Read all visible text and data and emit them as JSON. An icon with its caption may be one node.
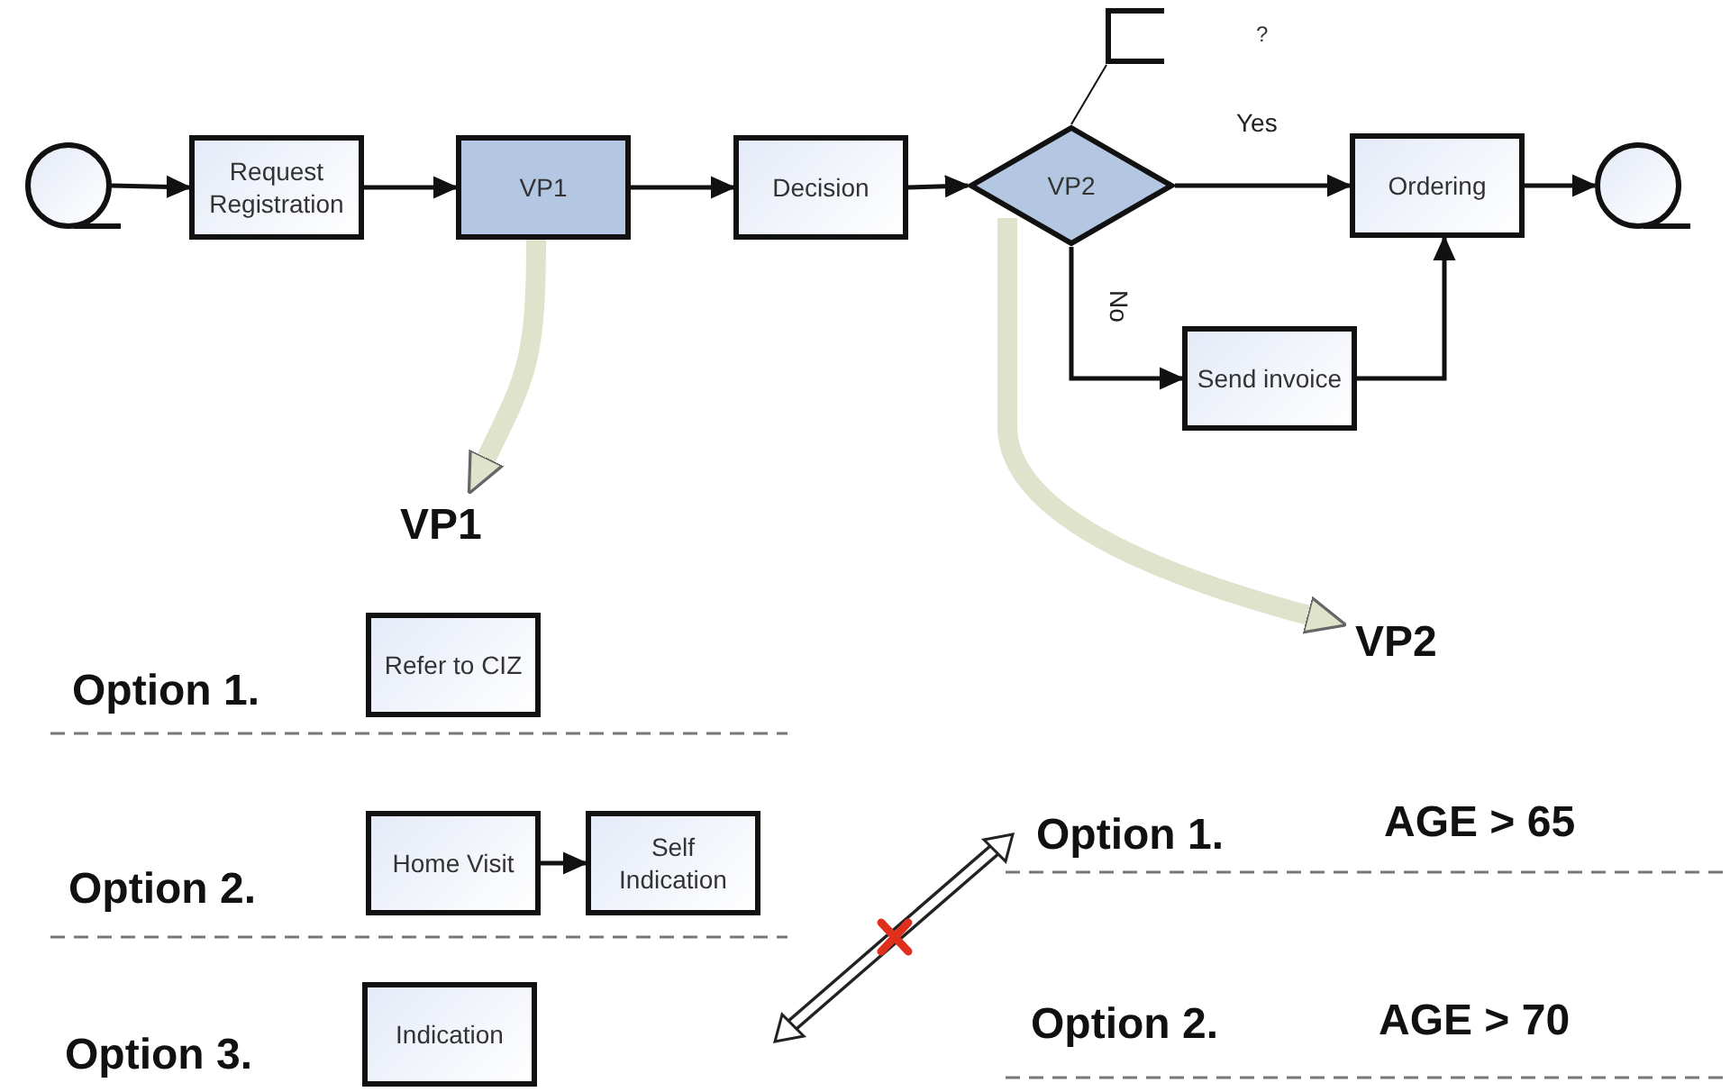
{
  "diagram": {
    "nodes": [
      {
        "text": [],
        "shape": "circle"
      },
      {
        "text": [
          "Request Registration"
        ]
      },
      {
        "text": [
          "VP1"
        ]
      },
      {
        "text": [
          "Decision"
        ]
      },
      {
        "text": [
          "VP2"
        ]
      },
      {
        "text": [
          "Ordering"
        ]
      },
      {
        "text": [],
        "shape": "circle"
      },
      {
        "text": [
          "Send invoice"
        ]
      },
      {
        "text": [
          "?"
        ]
      },
      {
        "text": [
          "VP1"
        ]
      },
      {
        "text": [
          "VP2"
        ]
      },
      {
        "text": [
          "Refer to CIZ"
        ]
      },
      {
        "text": [
          "Home Visit"
        ]
      },
      {
        "text": [
          "Self Indication"
        ]
      },
      {
        "text": [
          "Indication"
        ]
      }
    ],
    "edges": [
      {
        "from": 0,
        "to": 1,
        "arrow": "to"
      },
      {
        "from": 1,
        "to": 2,
        "arrow": "to"
      },
      {
        "from": 2,
        "to": 3,
        "arrow": "to"
      },
      {
        "from": 3,
        "to": 4,
        "arrow": "to"
      },
      {
        "from": 4,
        "to": 5,
        "arrow": "to",
        "label": "Yes"
      },
      {
        "from": 5,
        "to": 6,
        "arrow": "to"
      },
      {
        "from": 4,
        "to": 7,
        "arrow": "to",
        "label": "No"
      },
      {
        "from": 7,
        "to": 5,
        "arrow": "to"
      },
      {
        "from": 8,
        "to": 4,
        "arrow": "none"
      },
      {
        "from": 2,
        "to": 9,
        "arrow": "to",
        "style": "thick",
        "color": "#dfe3cc"
      },
      {
        "from": 4,
        "to": 10,
        "arrow": "to",
        "style": "thick",
        "color": "#dfe3cc"
      },
      {
        "from": 12,
        "to": 13,
        "arrow": "to"
      }
    ],
    "labels": [
      "Option 1.",
      "Option 2.",
      "Option 3.",
      "Option 1.",
      "AGE > 65",
      "Option 2.",
      "AGE > 70"
    ]
  }
}
